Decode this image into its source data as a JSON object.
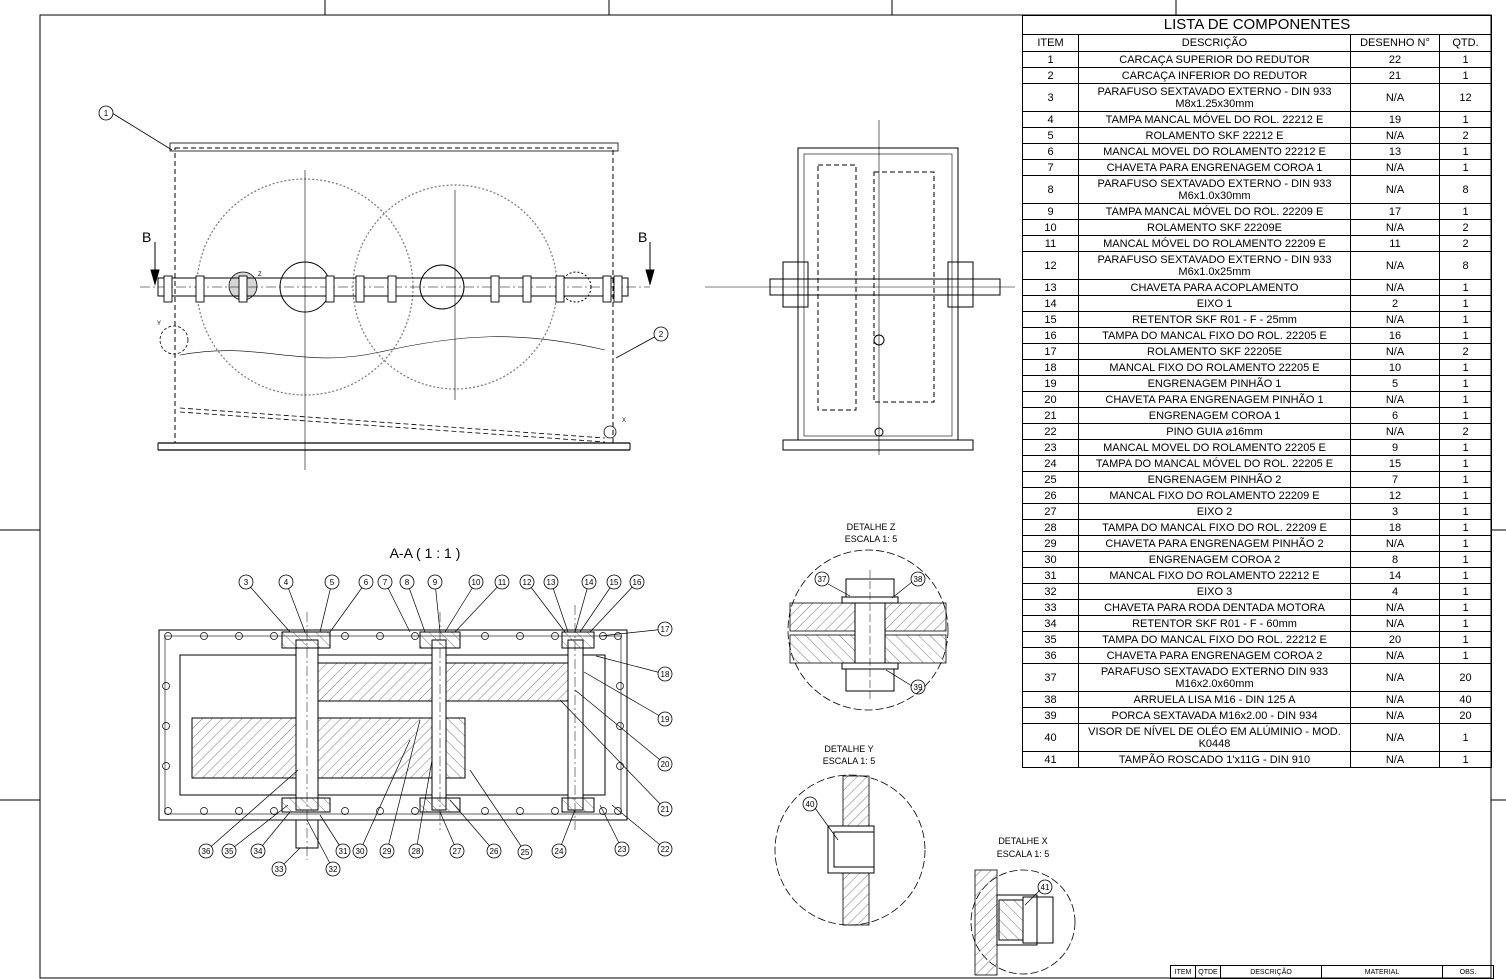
{
  "bom": {
    "title": "LISTA DE COMPONENTES",
    "headers": [
      "ITEM",
      "DESCRIÇÃO",
      "DESENHO N°",
      "QTD."
    ],
    "rows": [
      {
        "item": "1",
        "desc": "CARCAÇA SUPERIOR DO REDUTOR",
        "drawing": "22",
        "qty": "1"
      },
      {
        "item": "2",
        "desc": "CARCAÇA INFERIOR DO REDUTOR",
        "drawing": "21",
        "qty": "1"
      },
      {
        "item": "3",
        "desc": "PARAFUSO SEXTAVADO EXTERNO - DIN 933 M8x1.25x30mm",
        "drawing": "N/A",
        "qty": "12"
      },
      {
        "item": "4",
        "desc": "TAMPA MANCAL MÓVEL DO ROL. 22212 E",
        "drawing": "19",
        "qty": "1"
      },
      {
        "item": "5",
        "desc": "ROLAMENTO SKF 22212 E",
        "drawing": "N/A",
        "qty": "2"
      },
      {
        "item": "6",
        "desc": "MANCAL MOVEL DO ROLAMENTO 22212 E",
        "drawing": "13",
        "qty": "1"
      },
      {
        "item": "7",
        "desc": "CHAVETA PARA ENGRENAGEM COROA 1",
        "drawing": "N/A",
        "qty": "1"
      },
      {
        "item": "8",
        "desc": "PARAFUSO SEXTAVADO EXTERNO - DIN 933 M6x1.0x30mm",
        "drawing": "N/A",
        "qty": "8"
      },
      {
        "item": "9",
        "desc": "TAMPA MANCAL MÓVEL DO ROL. 22209 E",
        "drawing": "17",
        "qty": "1"
      },
      {
        "item": "10",
        "desc": "ROLAMENTO SKF 22209E",
        "drawing": "N/A",
        "qty": "2"
      },
      {
        "item": "11",
        "desc": "MANCAL MÓVEL DO ROLAMENTO 22209 E",
        "drawing": "11",
        "qty": "2"
      },
      {
        "item": "12",
        "desc": "PARAFUSO SEXTAVADO EXTERNO - DIN 933 M6x1.0x25mm",
        "drawing": "N/A",
        "qty": "8"
      },
      {
        "item": "13",
        "desc": "CHAVETA PARA ACOPLAMENTO",
        "drawing": "N/A",
        "qty": "1"
      },
      {
        "item": "14",
        "desc": "EIXO 1",
        "drawing": "2",
        "qty": "1"
      },
      {
        "item": "15",
        "desc": "RETENTOR SKF R01 - F - 25mm",
        "drawing": "N/A",
        "qty": "1"
      },
      {
        "item": "16",
        "desc": "TAMPA DO MANCAL FIXO DO ROL. 22205 E",
        "drawing": "16",
        "qty": "1"
      },
      {
        "item": "17",
        "desc": "ROLAMENTO SKF 22205E",
        "drawing": "N/A",
        "qty": "2"
      },
      {
        "item": "18",
        "desc": "MANCAL FIXO DO ROLAMENTO 22205 E",
        "drawing": "10",
        "qty": "1"
      },
      {
        "item": "19",
        "desc": "ENGRENAGEM PINHÃO 1",
        "drawing": "5",
        "qty": "1"
      },
      {
        "item": "20",
        "desc": "CHAVETA PARA ENGRENAGEM PINHÃO 1",
        "drawing": "N/A",
        "qty": "1"
      },
      {
        "item": "21",
        "desc": "ENGRENAGEM COROA 1",
        "drawing": "6",
        "qty": "1"
      },
      {
        "item": "22",
        "desc": "PINO GUIA ⌀16mm",
        "drawing": "N/A",
        "qty": "2"
      },
      {
        "item": "23",
        "desc": "MANCAL MOVEL DO ROLAMENTO 22205 E",
        "drawing": "9",
        "qty": "1"
      },
      {
        "item": "24",
        "desc": "TAMPA DO MANCAL MÓVEL DO ROL. 22205 E",
        "drawing": "15",
        "qty": "1"
      },
      {
        "item": "25",
        "desc": "ENGRENAGEM PINHÃO 2",
        "drawing": "7",
        "qty": "1"
      },
      {
        "item": "26",
        "desc": "MANCAL FIXO DO ROLAMENTO 22209 E",
        "drawing": "12",
        "qty": "1"
      },
      {
        "item": "27",
        "desc": "EIXO 2",
        "drawing": "3",
        "qty": "1"
      },
      {
        "item": "28",
        "desc": "TAMPA DO MANCAL FIXO DO ROL. 22209 E",
        "drawing": "18",
        "qty": "1"
      },
      {
        "item": "29",
        "desc": "CHAVETA PARA ENGRENAGEM PINHÃO 2",
        "drawing": "N/A",
        "qty": "1"
      },
      {
        "item": "30",
        "desc": "ENGRENAGEM COROA 2",
        "drawing": "8",
        "qty": "1"
      },
      {
        "item": "31",
        "desc": "MANCAL FIXO DO ROLAMENTO 22212 E",
        "drawing": "14",
        "qty": "1"
      },
      {
        "item": "32",
        "desc": "EIXO 3",
        "drawing": "4",
        "qty": "1"
      },
      {
        "item": "33",
        "desc": "CHAVETA PARA RODA DENTADA MOTORA",
        "drawing": "N/A",
        "qty": "1"
      },
      {
        "item": "34",
        "desc": "RETENTOR SKF R01 - F - 60mm",
        "drawing": "N/A",
        "qty": "1"
      },
      {
        "item": "35",
        "desc": "TAMPA DO MANCAL FIXO DO ROL. 22212 E",
        "drawing": "20",
        "qty": "1"
      },
      {
        "item": "36",
        "desc": "CHAVETA PARA ENGRENAGEM COROA 2",
        "drawing": "N/A",
        "qty": "1"
      },
      {
        "item": "37",
        "desc": "PARAFUSO SEXTAVADO EXTERNO DIN 933 M16x2.0x60mm",
        "drawing": "N/A",
        "qty": "20"
      },
      {
        "item": "38",
        "desc": "ARRUELA LISA M16 - DIN 125 A",
        "drawing": "N/A",
        "qty": "40"
      },
      {
        "item": "39",
        "desc": "PORCA SEXTAVADA M16x2.00 - DIN 934",
        "drawing": "N/A",
        "qty": "20"
      },
      {
        "item": "40",
        "desc": "VISOR DE NÍVEL DE OLÉO EM ALÚMINIO - MOD. K0448",
        "drawing": "N/A",
        "qty": "1"
      },
      {
        "item": "41",
        "desc": "TAMPÃO ROSCADO 1'x11G  - DIN 910",
        "drawing": "N/A",
        "qty": "1"
      }
    ]
  },
  "views": {
    "section_aa": "A-A ( 1 : 1 )",
    "section_b": "B",
    "detail_z": {
      "title": "DETALHE Z",
      "scale": "ESCALA 1: 5"
    },
    "detail_y": {
      "title": "DETALHE Y",
      "scale": "ESCALA 1: 5"
    },
    "detail_x": {
      "title": "DETALHE X",
      "scale": "ESCALA 1: 5"
    },
    "marker_z": "Z",
    "marker_y": "Y",
    "marker_x": "X"
  },
  "balloons": {
    "front": [
      "1",
      "2"
    ],
    "section_top": [
      "3",
      "4",
      "5",
      "6",
      "7",
      "8",
      "9",
      "10",
      "11",
      "12",
      "13",
      "14",
      "15",
      "16"
    ],
    "section_right": [
      "17",
      "18",
      "19",
      "20",
      "21",
      "22"
    ],
    "section_bottom": [
      "23",
      "24",
      "25",
      "26",
      "27",
      "28",
      "29",
      "30",
      "31",
      "32",
      "33",
      "34",
      "35",
      "36"
    ],
    "detail_z": [
      "37",
      "38",
      "39"
    ],
    "detail_y": [
      "40"
    ],
    "detail_x": [
      "41"
    ]
  },
  "title_block": {
    "cols": [
      "ITEM",
      "QTDE",
      "DESCRIÇÃO",
      "MATERIAL",
      "OBS."
    ]
  }
}
